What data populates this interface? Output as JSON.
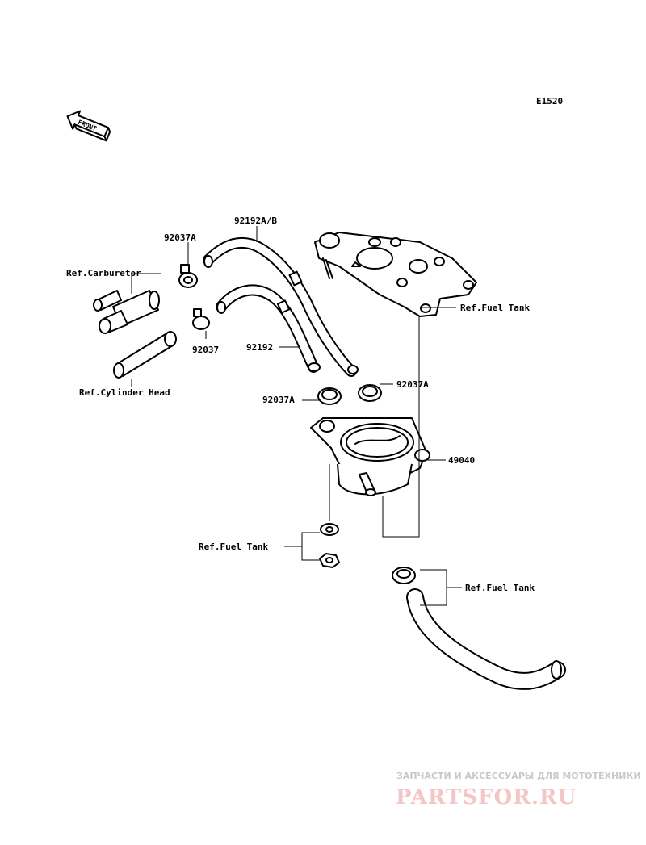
{
  "diagram_code": "E1520",
  "front_label": "FRONT",
  "labels": {
    "p92192AB": "92192A/B",
    "p92037A_top": "92037A",
    "ref_carburetor": "Ref.Carburetor",
    "p92037": "92037",
    "p92192": "92192",
    "ref_cylinder_head": "Ref.Cylinder Head",
    "ref_fuel_tank_top": "Ref.Fuel Tank",
    "p92037A_right": "92037A",
    "p92037A_left": "92037A",
    "p49040": "49040",
    "ref_fuel_tank_mid": "Ref.Fuel Tank",
    "ref_fuel_tank_bottom": "Ref.Fuel Tank"
  },
  "watermark": {
    "tagline": "ЗАПЧАСТИ И АКСЕССУАРЫ ДЛЯ МОТОТЕХНИКИ",
    "brand": "PARTSFOR.RU"
  },
  "colors": {
    "line": "#000000",
    "background": "#ffffff",
    "watermark_brand": "#f4c6c6",
    "watermark_tagline": "#c9c9c9"
  }
}
